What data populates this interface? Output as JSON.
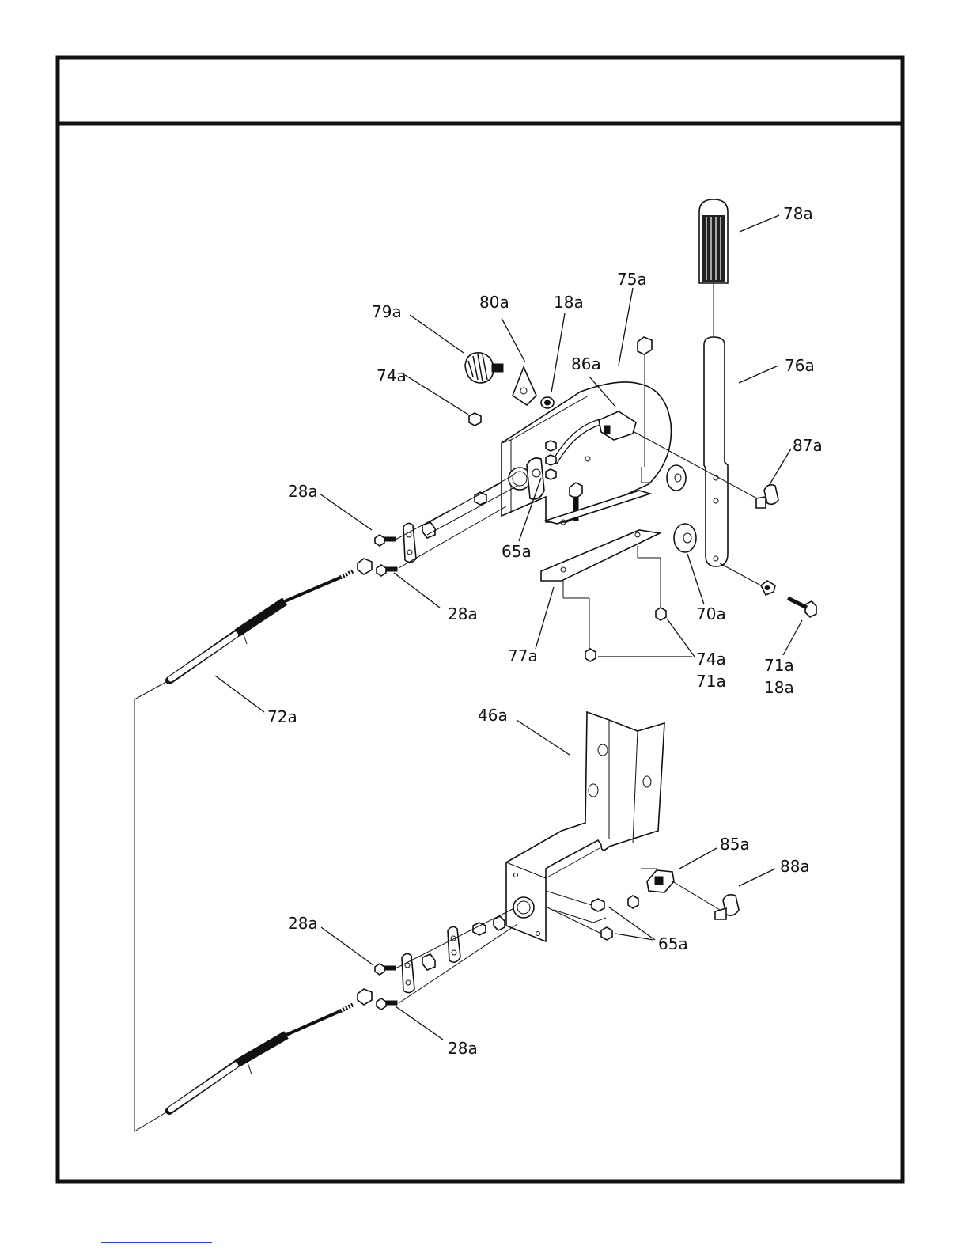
{
  "header": {
    "title": ""
  },
  "callouts": {
    "p78a": "78a",
    "p75a": "75a",
    "p80a": "80a",
    "p18a_top": "18a",
    "p79a": "79a",
    "p86a": "86a",
    "p74a_top": "74a",
    "p76a": "76a",
    "p87a": "87a",
    "p28a_1": "28a",
    "p65a_top": "65a",
    "p28a_2": "28a",
    "p70a": "70a",
    "p74a_bot": "74a",
    "p71a_bot": "71a",
    "p71a_right": "71a",
    "p18a_right": "18a",
    "p77a": "77a",
    "p72a": "72a",
    "p46a": "46a",
    "p85a": "85a",
    "p88a": "88a",
    "p28a_3": "28a",
    "p65a_bot": "65a",
    "p28a_4": "28a"
  },
  "colors": {
    "line": "#111111",
    "link": "#2b44c9"
  }
}
